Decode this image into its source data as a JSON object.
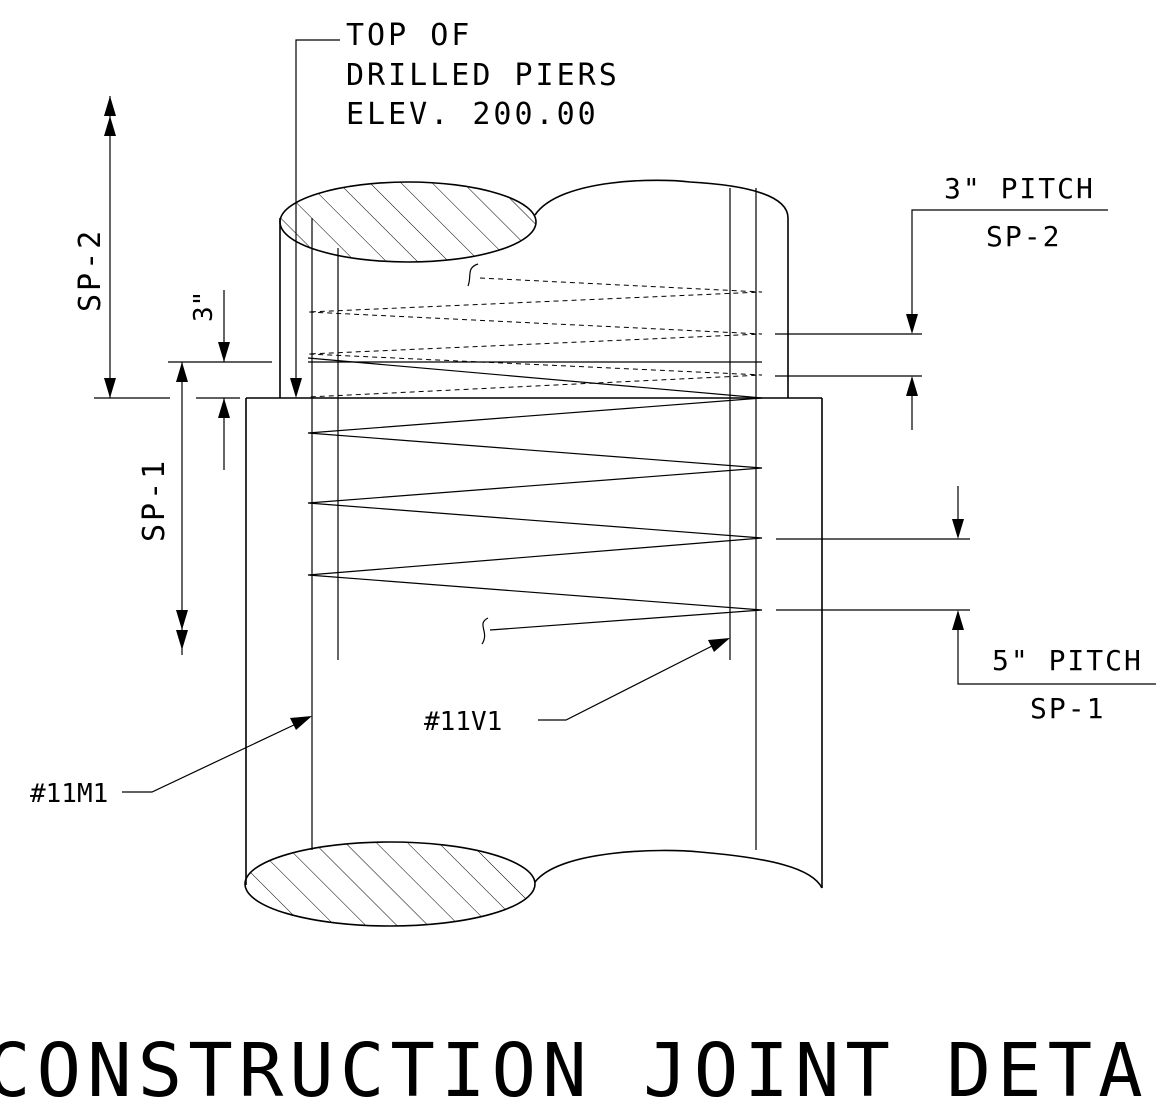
{
  "diagram": {
    "note_top_of_piers": {
      "line1": "TOP OF",
      "line2": "DRILLED PIERS",
      "line3": "ELEV. 200.00"
    },
    "label_sp2_vertical": "SP-2",
    "label_sp1_vertical": "SP-1",
    "label_3in_offset": "3\"",
    "pitch_upper": {
      "pitch": "3\" PITCH",
      "spiral": "SP-2"
    },
    "pitch_lower": {
      "pitch": "5\" PITCH",
      "spiral": "SP-1"
    },
    "label_bar_v1": "#11V1",
    "label_bar_m1": "#11M1",
    "title": "CONSTRUCTION JOINT DETAIL"
  },
  "colors": {
    "line": "#000000",
    "background": "#ffffff"
  }
}
